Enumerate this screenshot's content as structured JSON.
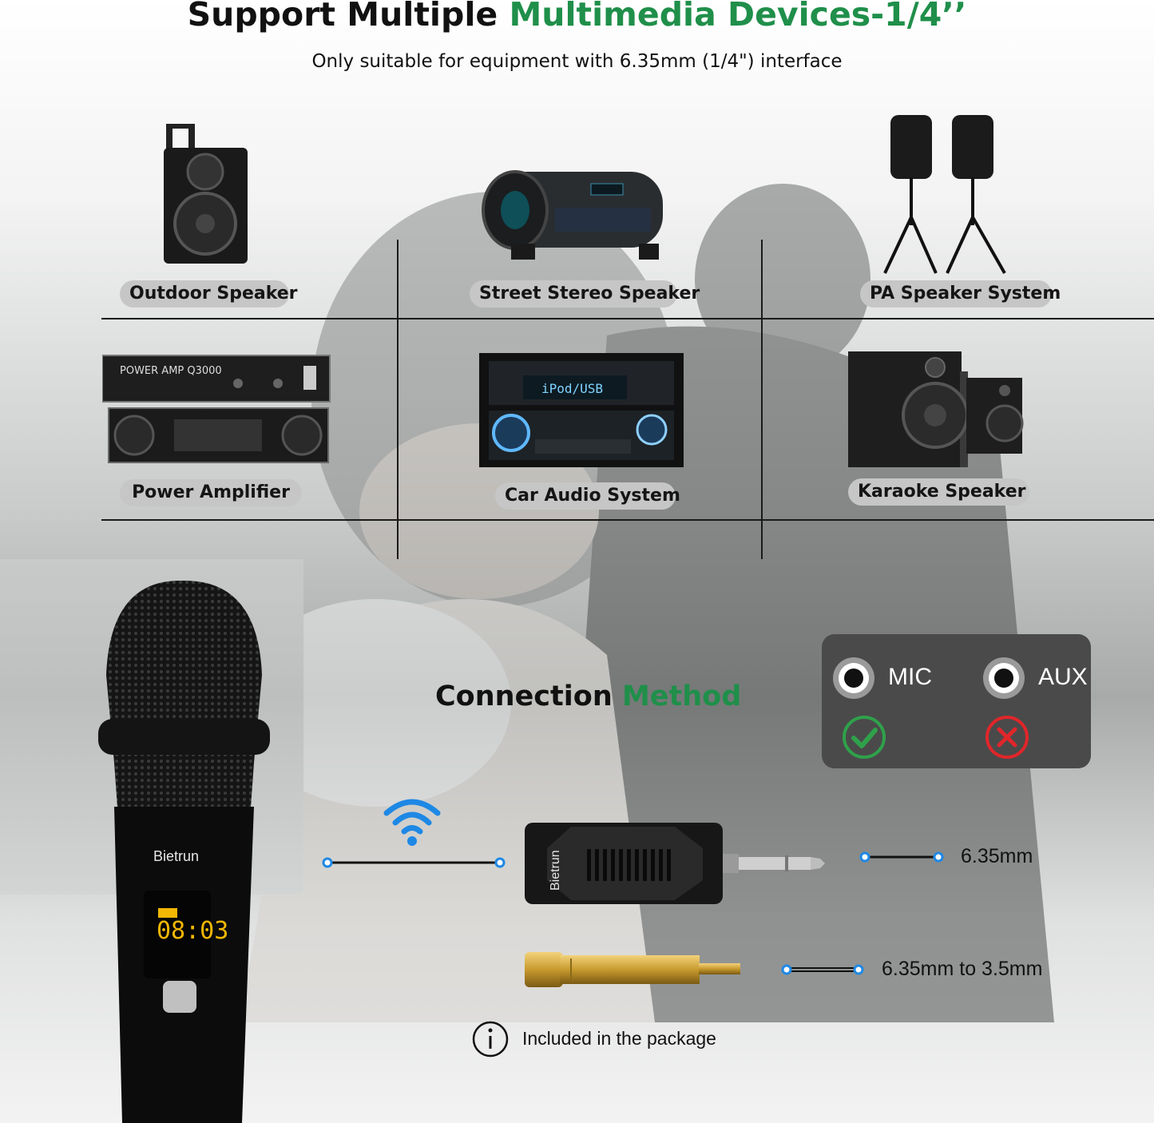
{
  "header": {
    "title_part1": "Support Multiple ",
    "title_part2": "Multimedia Devices-1/4’’",
    "subtitle": "Only suitable for equipment with 6.35mm (1/4\") interface"
  },
  "devices": [
    {
      "label": "Outdoor Speaker",
      "icon": "trolley-speaker-icon"
    },
    {
      "label": "Street Stereo Speaker",
      "icon": "boombox-icon"
    },
    {
      "label": "PA Speaker System",
      "icon": "pa-speakers-icon"
    },
    {
      "label": "Power Amplifier",
      "icon": "power-amplifier-icon"
    },
    {
      "label": "Car Audio System",
      "icon": "car-stereo-icon"
    },
    {
      "label": "Karaoke Speaker",
      "icon": "bookshelf-speakers-icon"
    }
  ],
  "connection": {
    "title_part1": "Connection ",
    "title_part2": "Method",
    "ports": [
      {
        "label": "MIC",
        "status": "supported",
        "icon": "check-icon"
      },
      {
        "label": "AUX",
        "status": "not-supported",
        "icon": "cross-icon"
      }
    ],
    "receiver_brand": "Bietrun",
    "microphone_brand": "Bietrun",
    "spec_receiver": "6.35mm",
    "spec_adapter": "6.35mm to 3.5mm",
    "package_note": "Included in the package"
  },
  "colors": {
    "accent_green": "#1f8f4a",
    "check_green": "#2fa14a",
    "cross_red": "#e0262a",
    "wifi_blue": "#1e88e5",
    "port_box": "#4a4a4a"
  }
}
